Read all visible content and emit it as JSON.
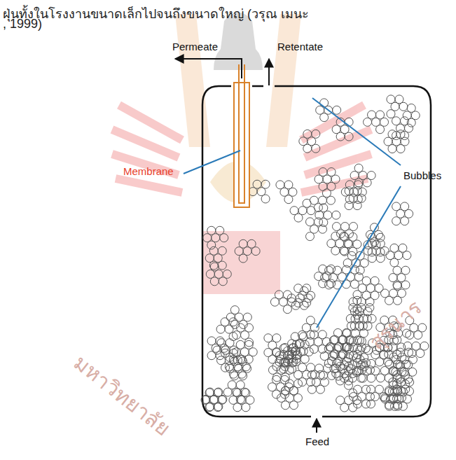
{
  "diagram": {
    "labels": [
      "ฝุ่นทั้งในโรงงานขนาดเล็กไปจนถึงขนาดใหญ่ (วรุณ เมนะ",
      ", 1999)",
      "Permeate",
      "Retentate",
      "Membrane",
      "Bubbles",
      "Feed",
      "มหาวิทยาลัย",
      "สุรนาร"
    ]
  }
}
